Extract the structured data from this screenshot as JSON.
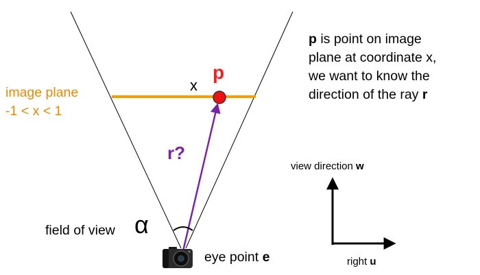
{
  "labels": {
    "image_plane_line1": "image plane",
    "image_plane_line2": "-1 < x < 1",
    "x": "x",
    "p": "p",
    "ray": "r?",
    "field_of_view": "field of view",
    "alpha": "α",
    "eye_prefix": "eye point ",
    "eye_symbol": "e",
    "view_prefix": "view direction ",
    "view_symbol": "w",
    "right_prefix": "right ",
    "right_symbol": "u"
  },
  "description": {
    "p_symbol": "p",
    "line1_rest": " is point on image",
    "line2": "plane at coordinate x,",
    "line3": "we want to know the",
    "line4_prefix": "direction of the ray ",
    "r_symbol": "r"
  },
  "colors": {
    "image_plane": "#e68a00",
    "point_fill": "#ee1111",
    "point_label": "#ee2222",
    "ray": "#7a22a8",
    "lines": "#000000"
  },
  "icons": {
    "camera": "camera-icon"
  }
}
